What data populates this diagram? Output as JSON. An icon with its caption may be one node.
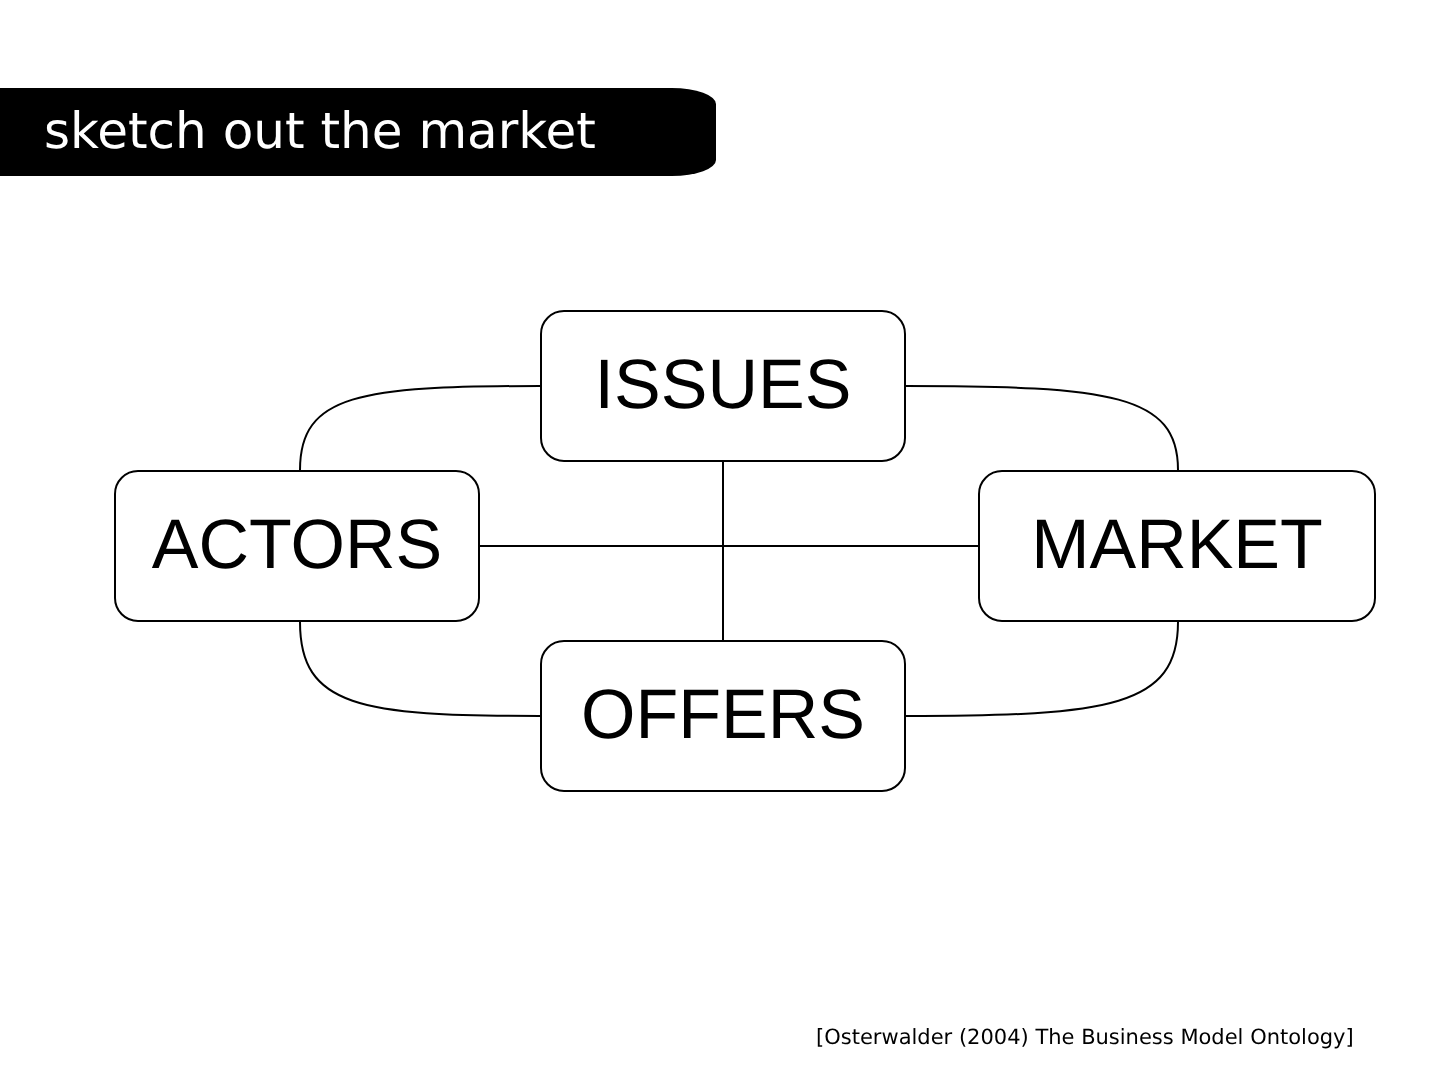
{
  "diagram": {
    "title": "sketch out the market",
    "caption": "[Osterwalder (2004) The Business Model Ontology]",
    "nodes": [
      {
        "text": [
          "ISSUES"
        ]
      },
      {
        "text": [
          "ACTORS"
        ]
      },
      {
        "text": [
          "MARKET"
        ]
      },
      {
        "text": [
          "OFFERS"
        ]
      }
    ],
    "edges": [
      {
        "from": 0,
        "to": 1,
        "arrow": "none"
      },
      {
        "from": 0,
        "to": 2,
        "arrow": "none"
      },
      {
        "from": 1,
        "to": 3,
        "arrow": "none"
      },
      {
        "from": 2,
        "to": 3,
        "arrow": "none"
      },
      {
        "from": 1,
        "to": 2,
        "arrow": "none"
      },
      {
        "from": 0,
        "to": 3,
        "arrow": "none"
      }
    ]
  }
}
